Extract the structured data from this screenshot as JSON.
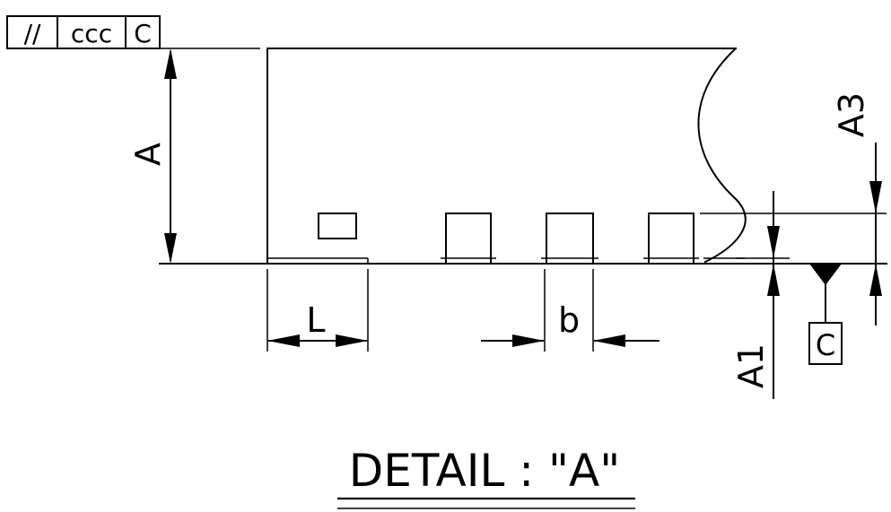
{
  "feature_control_frame": {
    "symbol": "//",
    "tolerance": "ccc",
    "datum": "C"
  },
  "dimensions": {
    "height": "A",
    "standoff": "A1",
    "lead_thickness": "A3",
    "lead_length": "L",
    "lead_width": "b"
  },
  "datum_marker": "C",
  "detail_title": "DETAIL  :  \"A\""
}
